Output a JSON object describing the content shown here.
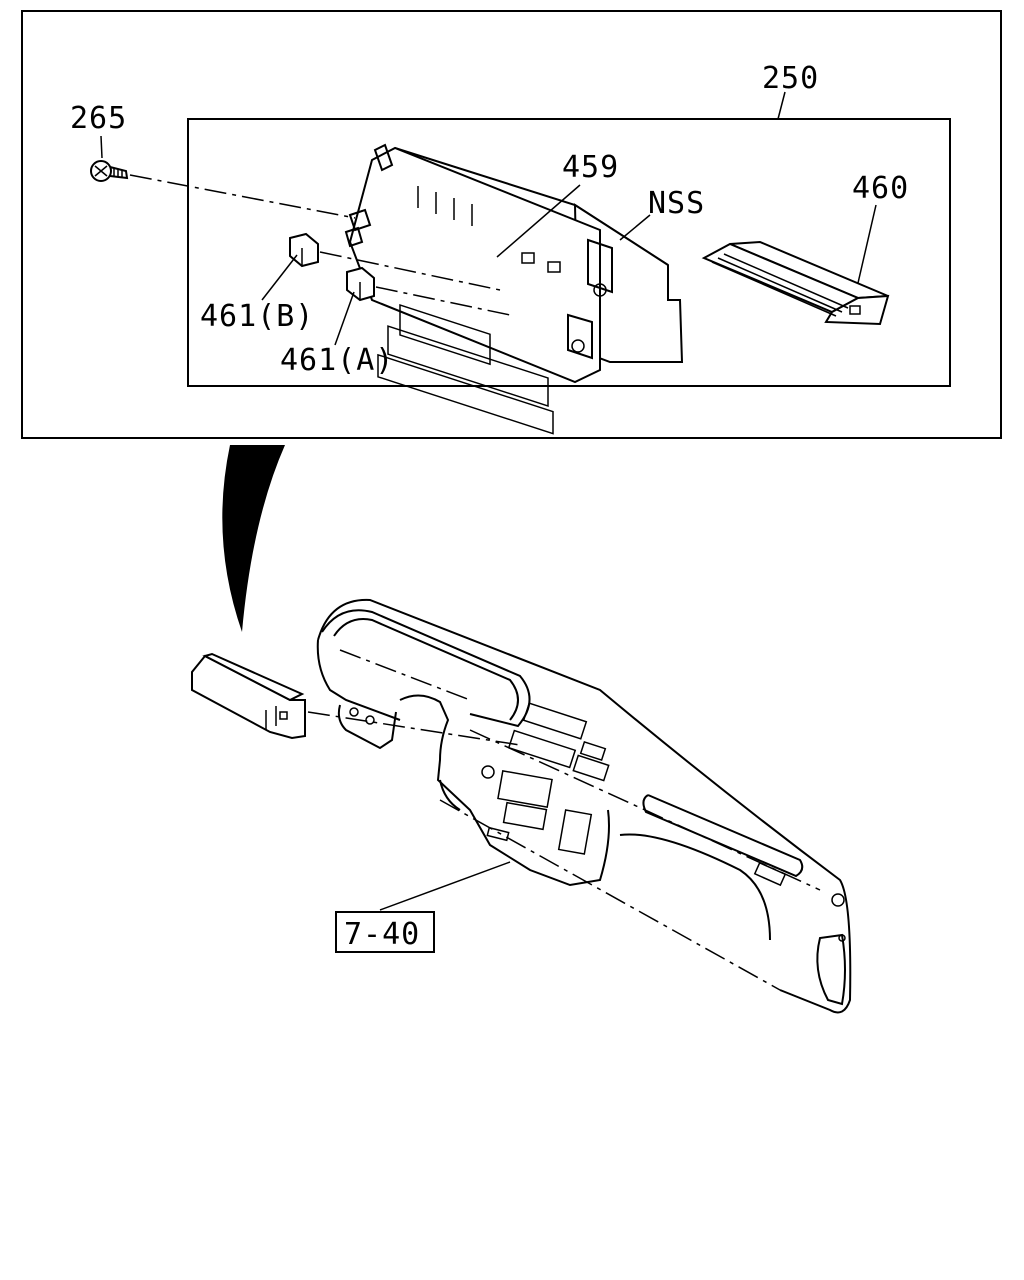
{
  "callouts": {
    "assembly": "250",
    "screw": "265",
    "unit": "459",
    "nss": "NSS",
    "module": "460",
    "knob_b": "461(B)",
    "knob_a": "461(A)",
    "reference": "7-40"
  },
  "colors": {
    "ink": "#000000",
    "paper": "#ffffff"
  },
  "icons": {
    "screw": "screw-icon",
    "radio": "radio-unit-icon",
    "cassette": "cassette-module-icon",
    "dashboard": "dashboard-icon"
  }
}
